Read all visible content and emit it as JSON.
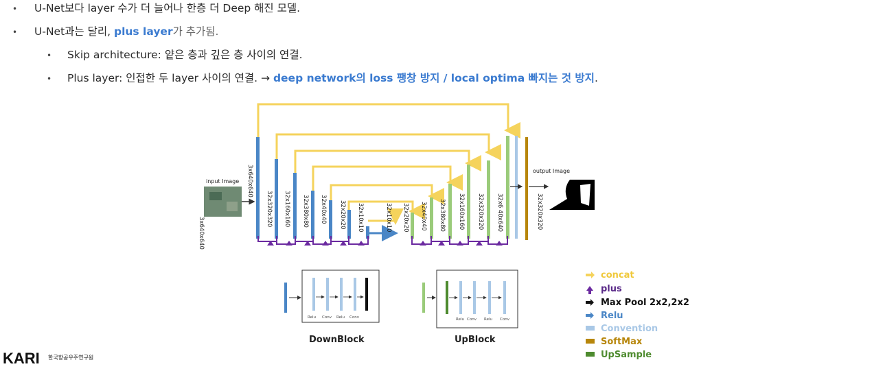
{
  "bullets": {
    "b1": "U-Net보다 layer 수가 더 늘어나 한층 더 Deep 해진 모델.",
    "b2_pre": "U-Net과는 달리, ",
    "b2_em": "plus layer",
    "b2_post": "가 추가됨.",
    "b3": "Skip architecture: 얕은 층과 깊은 층 사이의 연결.",
    "b4_pre": "Plus layer: 인접한 두 layer 사이의 연결. → ",
    "b4_em": "deep network의 loss 팽창 방지 / local optima 빠지는 것 방지",
    "b4_post": "."
  },
  "diagram": {
    "input_label": "input Image",
    "input_dim": "3x640x640",
    "output_label": "output Image",
    "first_dim": "3x640x640",
    "down_dims": [
      "32x320x320",
      "32x160x160",
      "32x380x80",
      "32x40x40",
      "32x20x20",
      "32x10x10"
    ],
    "mid_dim": "32x10x10",
    "up_dims": [
      "32x20x20",
      "32x40x40",
      "32x380x80",
      "32x160x160",
      "32x320x320",
      "32x6 40x640"
    ],
    "final_dim": "32x320x320",
    "downblock_title": "DownBlock",
    "upblock_title": "UpBlock",
    "downblock_labels": [
      "Relu",
      "Conv",
      "Relu",
      "Conv"
    ],
    "upblock_labels": [
      "Relu",
      "Conv",
      "Relu",
      "Conv"
    ]
  },
  "legend": {
    "concat": "concat",
    "plus": "plus",
    "maxpool": "Max Pool 2x2,2x2",
    "relu": "Relu",
    "convention": "Convention",
    "softmax": "SoftMax",
    "upsample": "UpSample"
  },
  "colors": {
    "concat": "#f5d35c",
    "plus": "#6b2aa0",
    "maxpool": "#111111",
    "relu": "#4a86c6",
    "convention": "#a9c8e6",
    "softmax": "#b7860b",
    "upsample": "#4e8b2f",
    "green_light": "#9acb7a",
    "emphasis": "#3b7bd0"
  },
  "logo": {
    "text": "KARI",
    "org": "한국항공우주연구원"
  }
}
